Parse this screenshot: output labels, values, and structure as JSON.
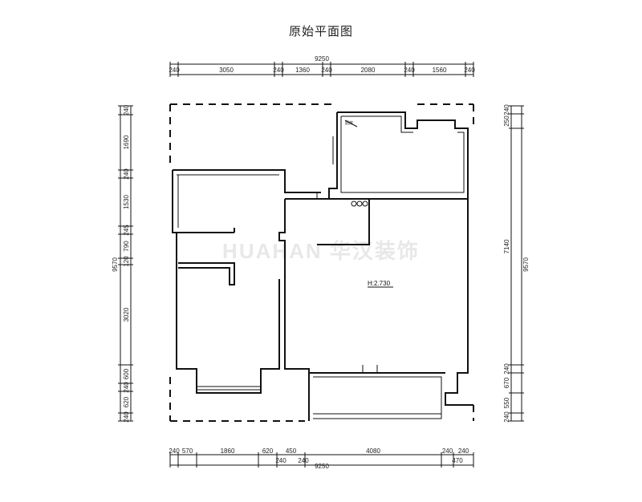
{
  "title": "原始平面图",
  "watermark": "HUAHAN 华汉装饰",
  "ceiling_height": "H:2.730",
  "small_label": "厨房",
  "top_dims": {
    "total": "9250",
    "segments": [
      "240",
      "3050",
      "240",
      "1360",
      "240",
      "2080",
      "240",
      "1560",
      "240"
    ]
  },
  "bottom_dims": {
    "total": "9250",
    "segments": [
      "240",
      "570",
      "1860",
      "620",
      "450",
      "4080",
      "240",
      "240"
    ],
    "sub": [
      "240",
      "240",
      "470"
    ]
  },
  "left_dims": {
    "total": "9570",
    "segments": [
      "240",
      "1690",
      "240",
      "1530",
      "245",
      "790",
      "120",
      "3020",
      "600",
      "240",
      "620",
      "240"
    ]
  },
  "right_dims": {
    "total": "9570",
    "segments": [
      "240",
      "250",
      "7140",
      "240",
      "670",
      "550",
      "240"
    ]
  }
}
